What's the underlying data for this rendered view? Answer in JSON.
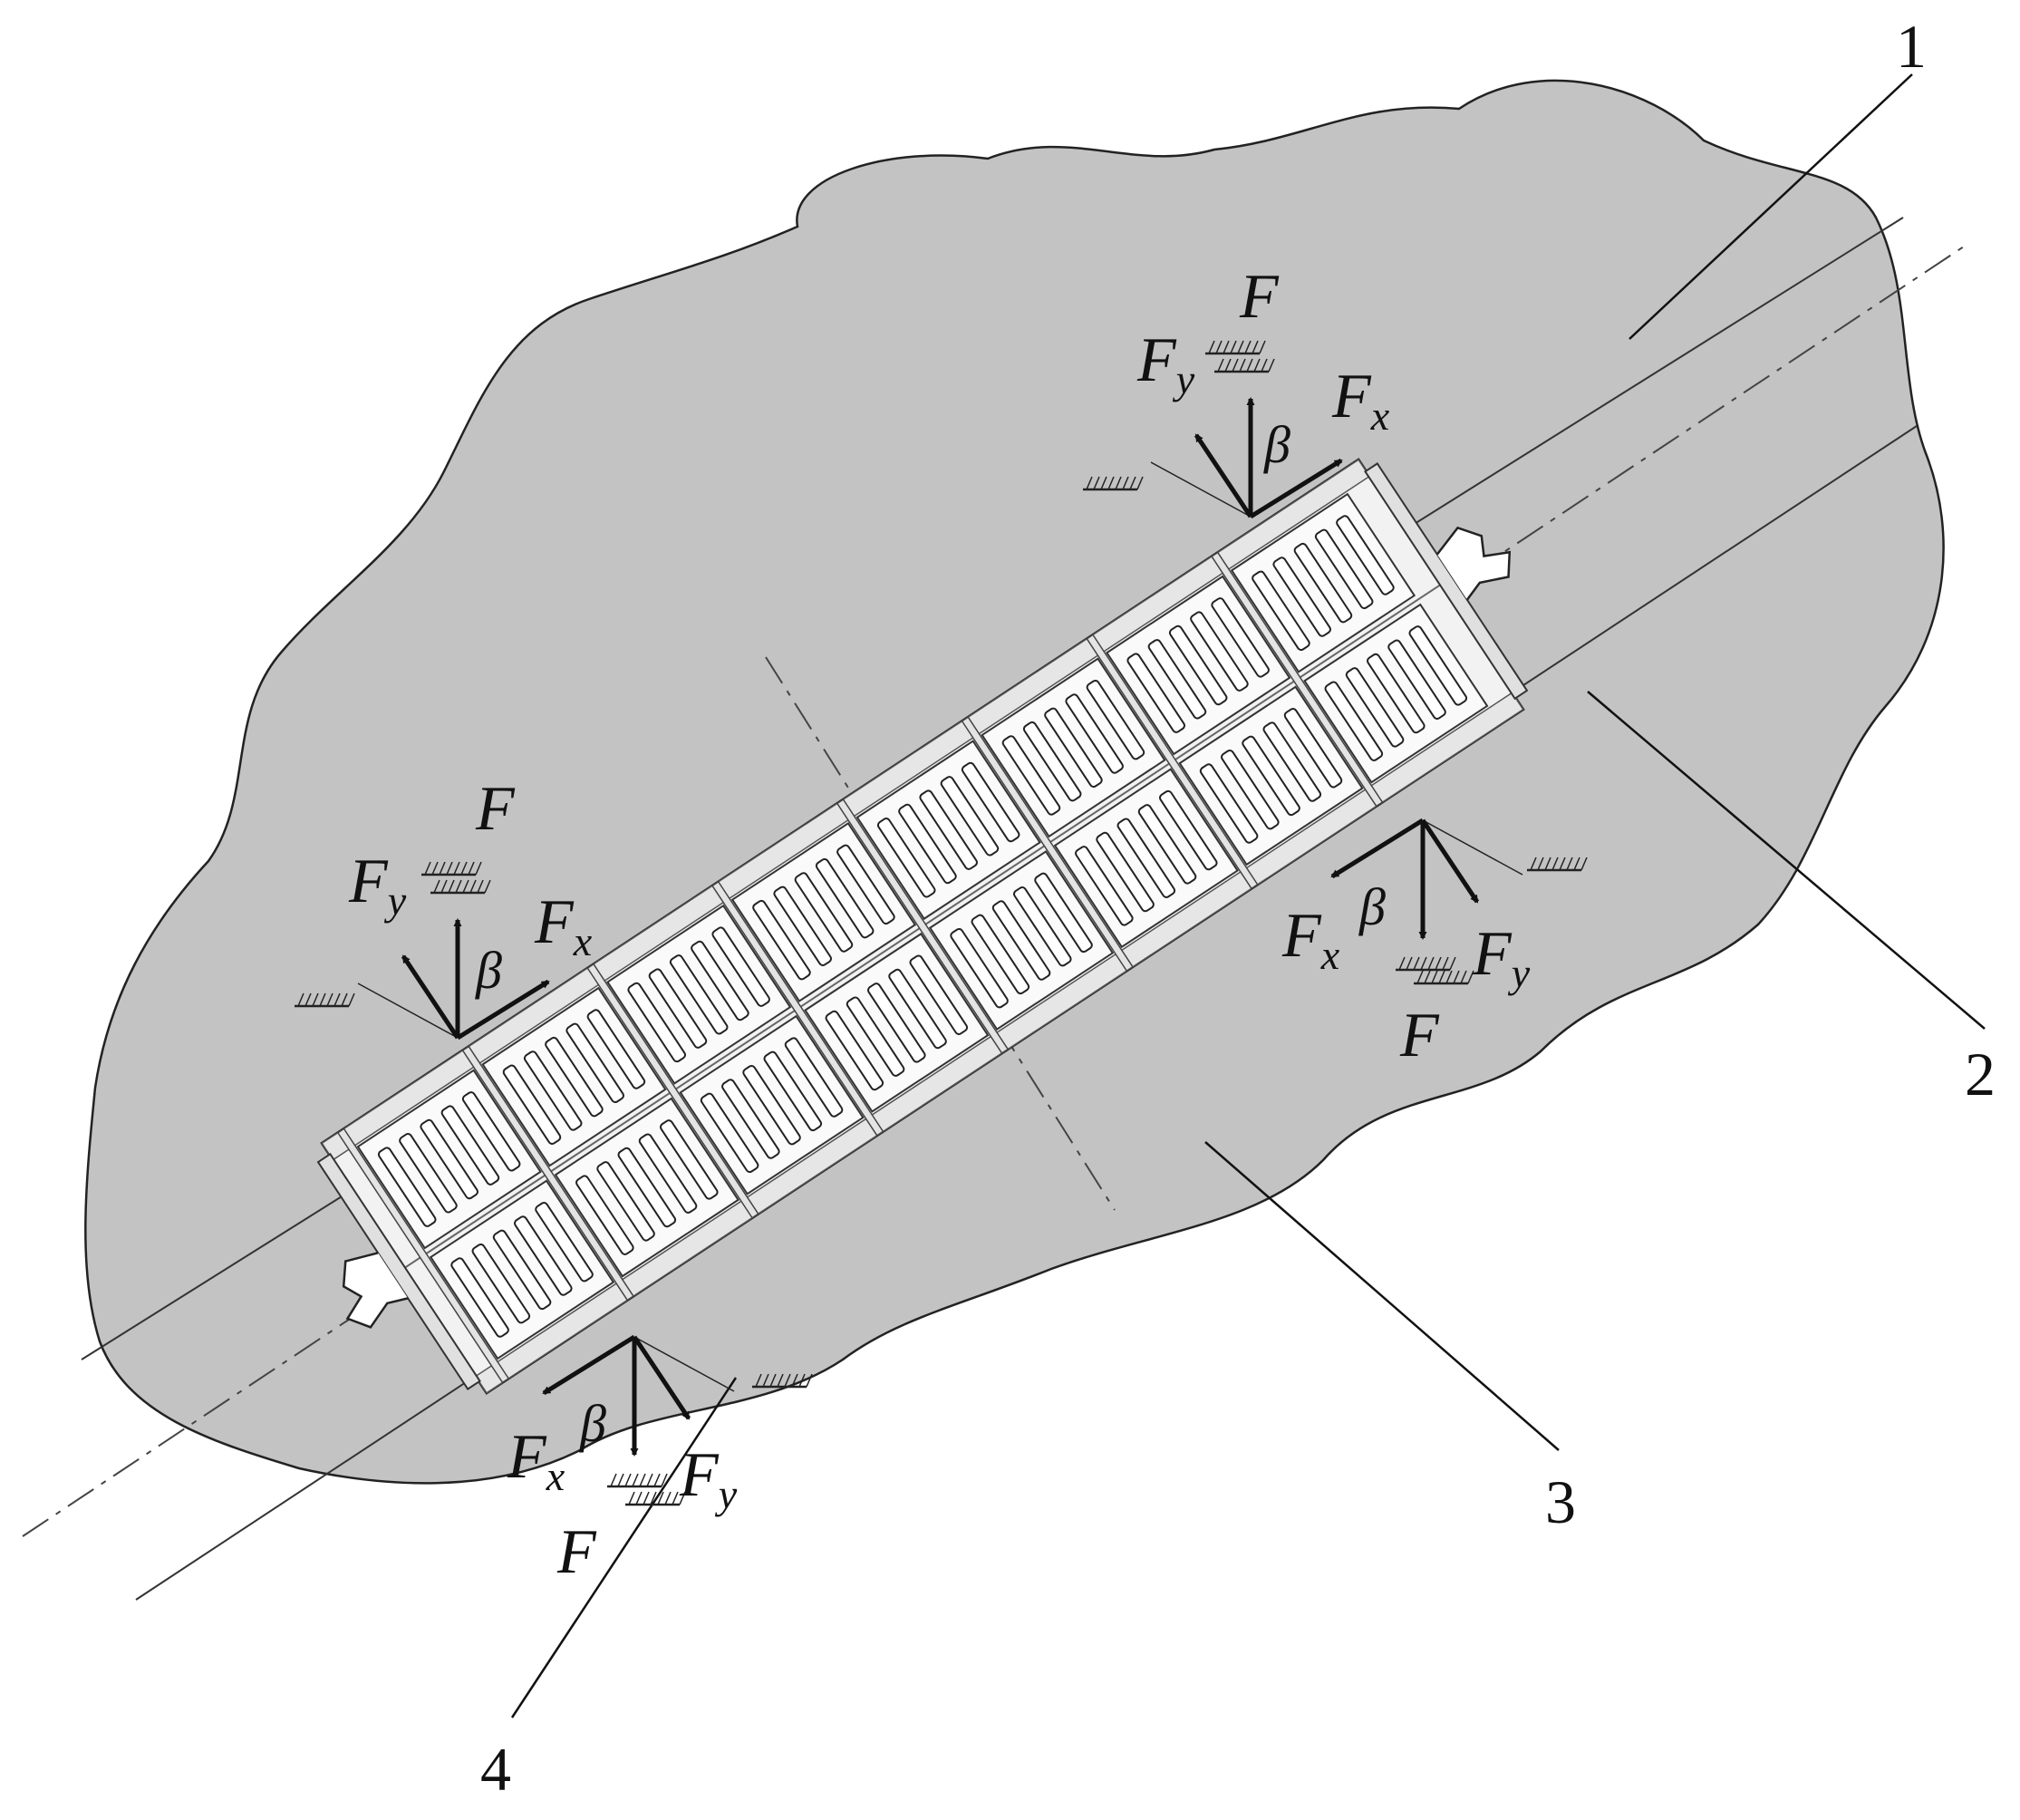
{
  "colors": {
    "background_region": "#c3c3c3",
    "outline": "#222222",
    "frame": "#f2f2f2",
    "panel": "#fafafa",
    "text": "#111111"
  },
  "callouts": [
    "1",
    "2",
    "3",
    "4"
  ],
  "force_labels": {
    "force": "F",
    "force_x_base": "F",
    "force_x_sub": "x",
    "force_y_base": "F",
    "force_y_sub": "y",
    "angle": "β"
  },
  "icons": {
    "frame_body": "lattice-frame",
    "ground_support": "hatched-ground",
    "end_coupler": "coupler-hook"
  }
}
